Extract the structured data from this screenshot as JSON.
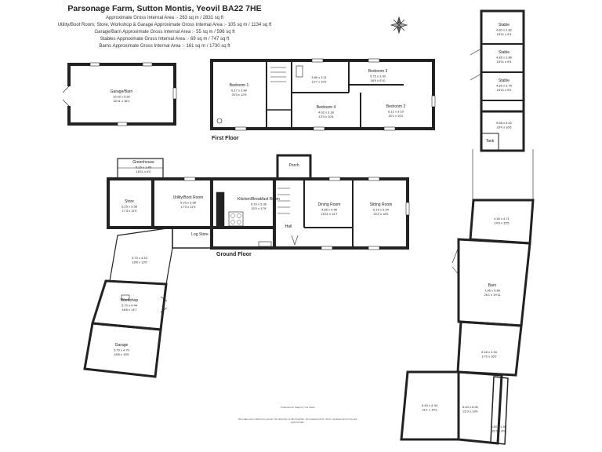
{
  "title": "Parsonage Farm, Sutton Montis, Yeovil BA22 7HE",
  "areas": [
    "Approximate Gross Internal Area :-  263 sq m /  2831 sq ft",
    "Utility/Boot Room, Store, Workshop & Garage Approximate Gross Internal Area :-  105 sq m /  1134 sq ft",
    "Garage/Barn Approximate Gross Internal Area :-  55 sq m /  596 sq ft",
    "Stables Approximate Gross Internal Area :-  69 sq m /  747 sq ft",
    "Barns Approximate Gross Internal Area :-  161 sq m /  1730 sq ft"
  ],
  "floors": {
    "first": "First Floor",
    "ground": "Ground Floor"
  },
  "compass_label": "N",
  "rooms": {
    "garage_barn": {
      "name": "Garage/Barn",
      "dim": "10.02 x 5.52",
      "imp": "32'11 x 18'1"
    },
    "bedroom1": {
      "name": "Bedroom 1",
      "dim": "6.17 x 3.89",
      "imp": "20'3 x 12'9"
    },
    "bedroom_mid": {
      "name": "",
      "dim": "3.89 x 3.11",
      "imp": "12'7 x 10'2"
    },
    "bedroom3": {
      "name": "Bedroom 3",
      "dim": "5.75 x 3.00",
      "imp": "18'9 x 9'10"
    },
    "bedroom4": {
      "name": "Bedroom 4",
      "dim": "4.02 x 3.18",
      "imp": "13'3 x 10'4"
    },
    "bedroom2": {
      "name": "Bedroom 2",
      "dim": "6.12 x 3.10",
      "imp": "20'1 x 10'2"
    },
    "greenhouse": {
      "name": "Greenhouse",
      "dim": "5.15 x 1.85",
      "imp": "16'11 x 6'0"
    },
    "store": {
      "name": "Store",
      "dim": "5.25 x 3.58",
      "imp": "17'3 x 11'9"
    },
    "utility": {
      "name": "Utility/Boot Room",
      "dim": "5.25 x 3.58",
      "imp": "17'3 x 11'9"
    },
    "kitchen": {
      "name": "Kitchen/Breakfast Room",
      "dim": "6.10 x 5.38",
      "imp": "20'0 x 17'8"
    },
    "porch": {
      "name": "Porch",
      "dim": "",
      "imp": ""
    },
    "dining": {
      "name": "Dining Room",
      "dim": "4.85 x 4.48",
      "imp": "15'11 x 14'7"
    },
    "sitting": {
      "name": "Sitting Room",
      "dim": "6.15 x 5.54",
      "imp": "20'2 x 18'2"
    },
    "hall": {
      "name": "Hall",
      "dim": "",
      "imp": ""
    },
    "logstore": {
      "name": "Log Store",
      "dim": "",
      "imp": ""
    },
    "yard_room": {
      "name": "",
      "dim": "5.70 x 4.10",
      "imp": "18'8 x 13'5"
    },
    "workshop": {
      "name": "Workshop",
      "dim": "5.70 x 4.44",
      "imp": "18'8 x 14'7"
    },
    "garage": {
      "name": "Garage",
      "dim": "5.70 x 4.70",
      "imp": "18'8 x 15'5"
    },
    "stable1": {
      "name": "Stable",
      "dim": "4.80 x 2.82",
      "imp": "15'11 x 9'3"
    },
    "stable2": {
      "name": "Stable",
      "dim": "4.85 x 2.86",
      "imp": "15'11 x 9'4"
    },
    "stable3": {
      "name": "Stable",
      "dim": "4.85 x 2.75",
      "imp": "15'11 x 9'0"
    },
    "stable_store": {
      "name": "",
      "dim": "5.58 x 5.02",
      "imp": "18'4 x 16'6"
    },
    "tank": {
      "name": "Tank",
      "dim": "",
      "imp": ""
    },
    "barn_small": {
      "name": "",
      "dim": "4.30 x 4.71",
      "imp": "14'9 x 15'5"
    },
    "barn": {
      "name": "Barn",
      "dim": "7.96 x 5.89",
      "imp": "26'1 x 19'11"
    },
    "barn_lower": {
      "name": "",
      "dim": "5.18 x 4.94",
      "imp": "17'0 x 16'2"
    },
    "barn_bl": {
      "name": "",
      "dim": "6.43 x 4.34",
      "imp": "21'1 x 14'3"
    },
    "barn_br": {
      "name": "",
      "dim": "6.40 x 6.02",
      "imp": "21'0 x 19'9"
    },
    "barn_side": {
      "name": "",
      "dim": "6.40 x 1.46",
      "imp": "21'0 x 4'9"
    }
  },
  "footer": [
    "Produced for Stags by Ubi Vision",
    "We make every attempt to ensure the accuracy of this floorplan; all measurements, doors, windows and rooms are approximate."
  ]
}
